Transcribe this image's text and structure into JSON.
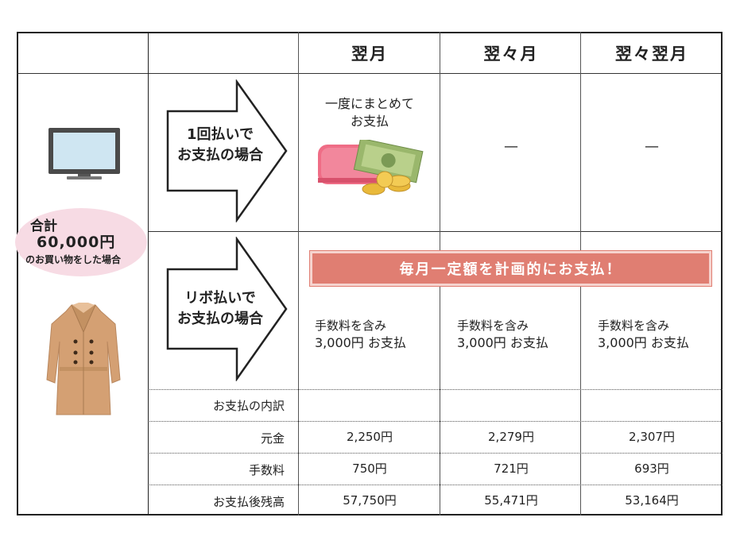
{
  "header": {
    "col1": "翌月",
    "col2": "翌々月",
    "col3": "翌々翌月"
  },
  "summary": {
    "title": "合計",
    "amount": "60,000円",
    "caption": "のお買い物をした場合"
  },
  "lump_sum": {
    "arrow_line1": "1回払いで",
    "arrow_line2": "お支払の場合",
    "next_month_line1": "一度にまとめて",
    "next_month_line2": "お支払",
    "month2": "—",
    "month3": "—"
  },
  "revolving": {
    "arrow_line1": "リボ払いで",
    "arrow_line2": "お支払の場合",
    "banner": "毎月一定額を計画的にお支払！",
    "payments": [
      {
        "line1": "手数料を含み",
        "line2": "3,000円 お支払"
      },
      {
        "line1": "手数料を含み",
        "line2": "3,000円 お支払"
      },
      {
        "line1": "手数料を含み",
        "line2": "3,000円 お支払"
      }
    ]
  },
  "breakdown": {
    "title": "お支払の内訳",
    "rows": [
      {
        "label": "元金",
        "values": [
          "2,250円",
          "2,279円",
          "2,307円"
        ]
      },
      {
        "label": "手数料",
        "values": [
          "750円",
          "721円",
          "693円"
        ]
      },
      {
        "label": "お支払後残高",
        "values": [
          "57,750円",
          "55,471円",
          "53,164円"
        ]
      }
    ]
  },
  "colors": {
    "banner_bg": "#e07e72",
    "bubble_bg": "#f7dbe4",
    "coat": "#d4a073",
    "tv_screen": "#cfe6f2"
  }
}
